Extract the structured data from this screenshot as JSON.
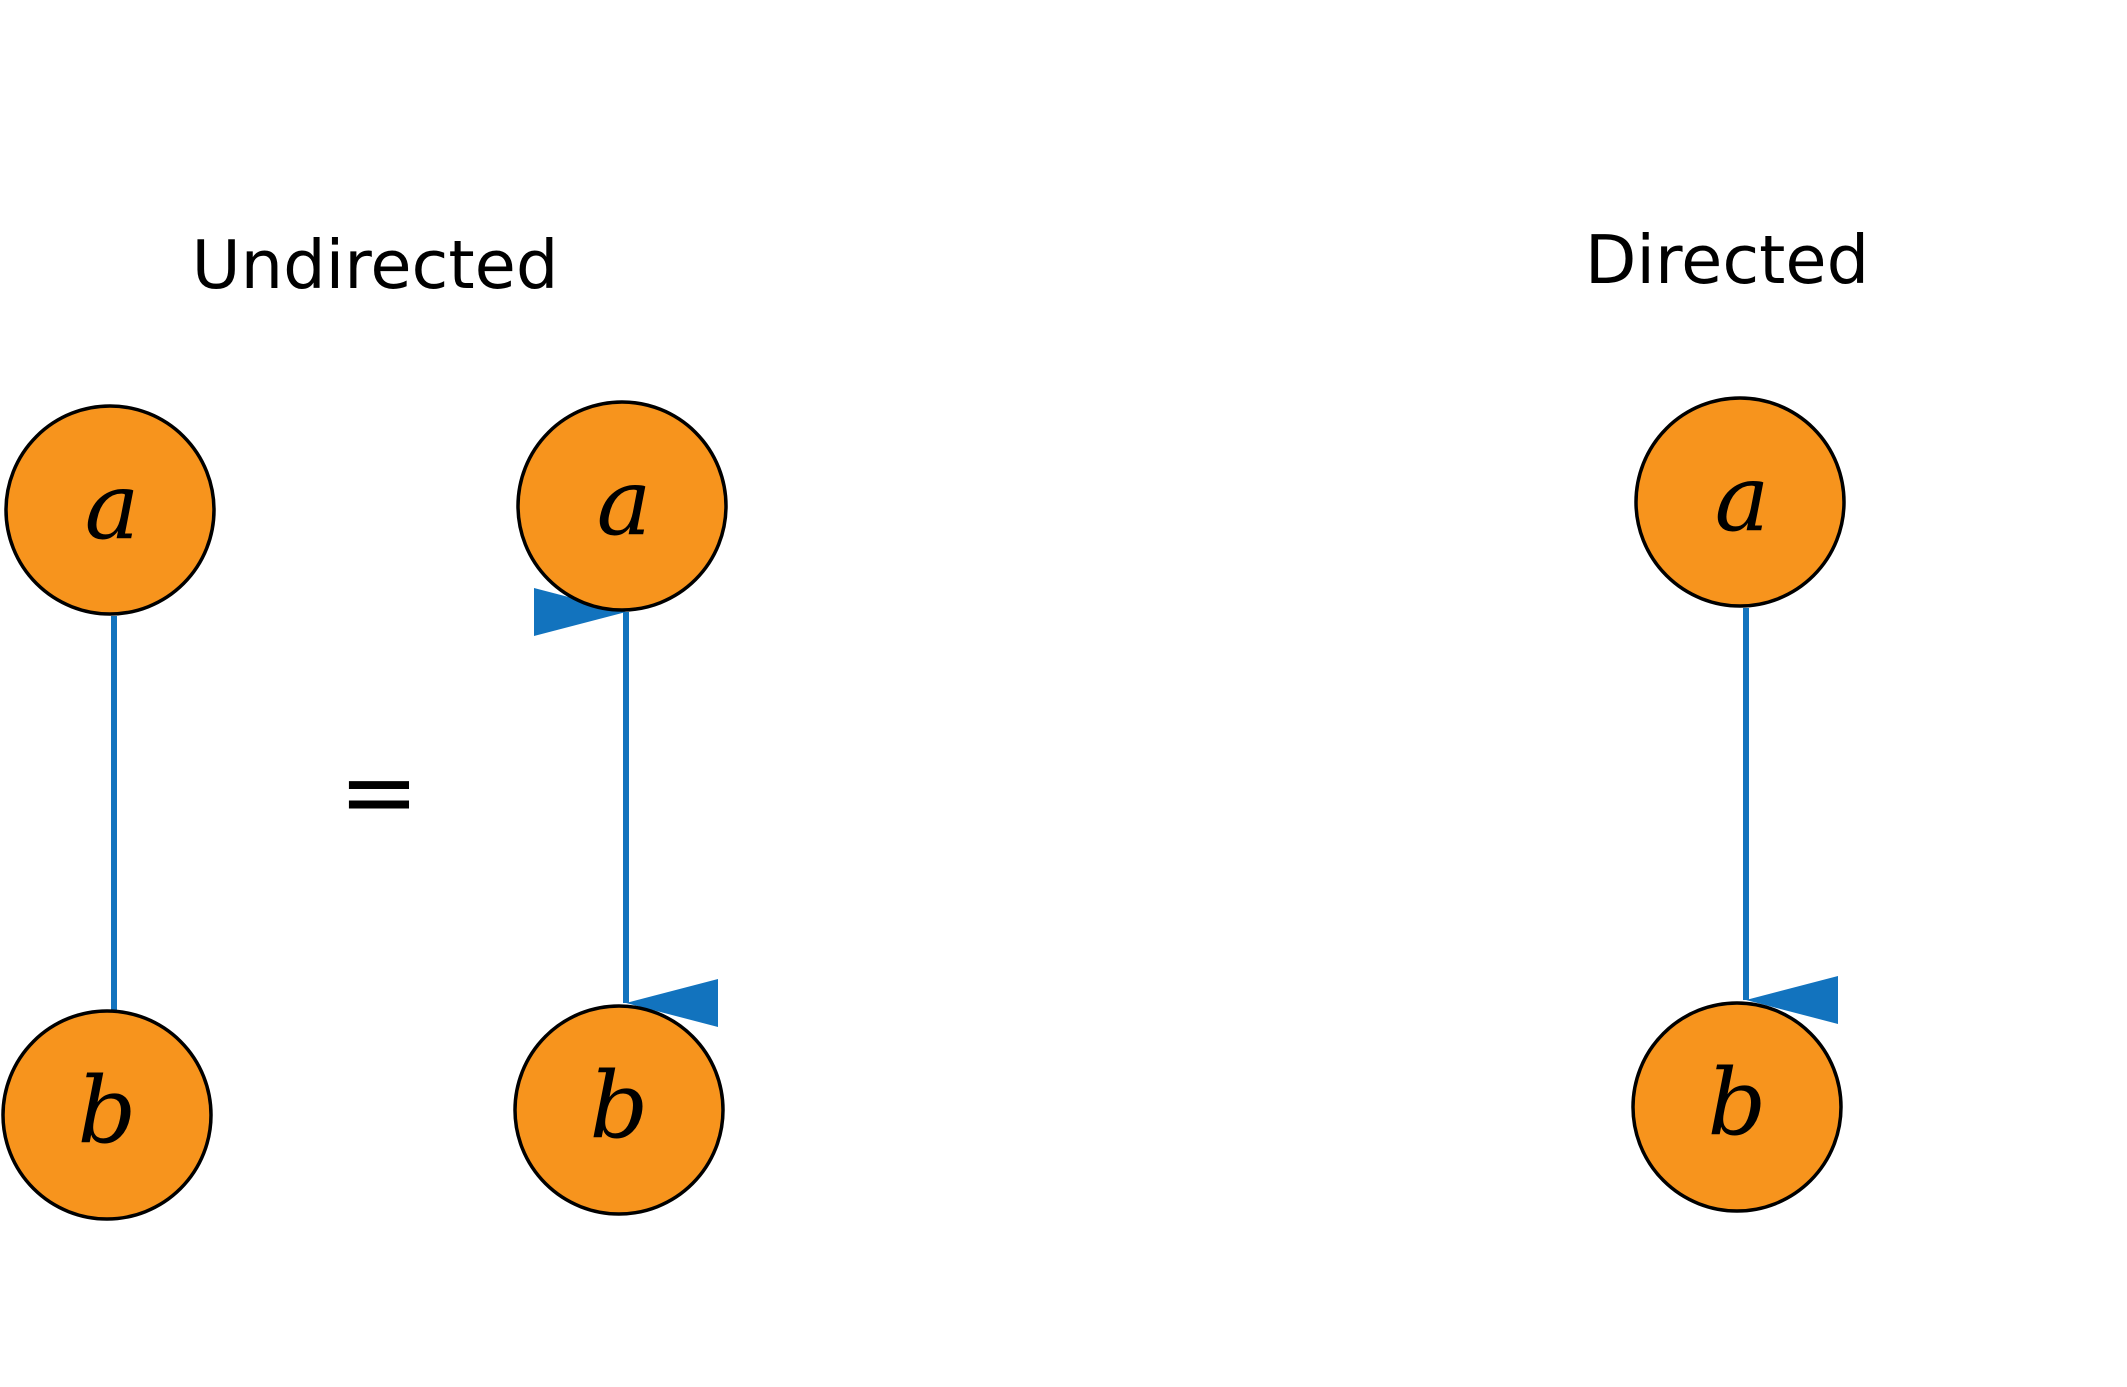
{
  "headings": {
    "undirected": "Undirected",
    "directed": "Directed"
  },
  "equals": "=",
  "nodes": {
    "a": "a",
    "b": "b"
  },
  "colors": {
    "node_fill": "#F7941D",
    "node_stroke": "#000000",
    "edge": "#1273BE",
    "text": "#000000"
  },
  "graphs": [
    {
      "group": "undirected",
      "edge": "a-b",
      "arrows": "none"
    },
    {
      "group": "undirected",
      "edge": "a-b",
      "arrows": "both"
    },
    {
      "group": "directed",
      "edge": "a-b",
      "arrows": "a-to-b"
    }
  ]
}
